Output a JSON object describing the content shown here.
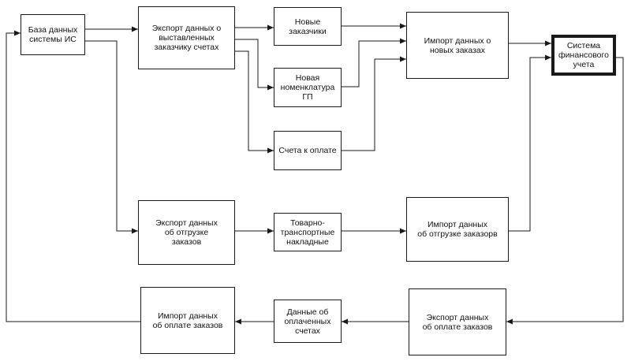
{
  "diagram": {
    "nodes": [
      {
        "id": "db",
        "label": "База данных\nсистемы ИС"
      },
      {
        "id": "export_invoices",
        "label": "Экспорт данных о\nвыставленных\nзаказчику счетах"
      },
      {
        "id": "new_customers",
        "label": "Новые\nзаказчики"
      },
      {
        "id": "new_nomenclature",
        "label": "Новая\nноменклатура\nГП"
      },
      {
        "id": "invoices_to_pay",
        "label": "Счета к оплате"
      },
      {
        "id": "import_new_orders",
        "label": "Импорт данных о\nновых заказах"
      },
      {
        "id": "fin_system",
        "label": "Система\nфинансового\nучета"
      },
      {
        "id": "export_shipment",
        "label": "Экспорт данных\nоб отгрузке\nзаказов"
      },
      {
        "id": "waybills",
        "label": "Товарно-\nтранспортные\nнакладные"
      },
      {
        "id": "import_shipment",
        "label": "Импорт данных\nоб отгрузке заказорв"
      },
      {
        "id": "import_payment",
        "label": "Импорт данных\nоб оплате заказов"
      },
      {
        "id": "paid_invoices",
        "label": "Данные об\nоплаченных\nсчетах"
      },
      {
        "id": "export_payment",
        "label": "Экспорт данных\nоб оплате заказов"
      }
    ],
    "edges": [
      {
        "from": "db",
        "to": "export_invoices"
      },
      {
        "from": "export_invoices",
        "to": "new_customers"
      },
      {
        "from": "export_invoices",
        "to": "new_nomenclature"
      },
      {
        "from": "export_invoices",
        "to": "invoices_to_pay"
      },
      {
        "from": "new_customers",
        "to": "import_new_orders"
      },
      {
        "from": "new_nomenclature",
        "to": "import_new_orders"
      },
      {
        "from": "invoices_to_pay",
        "to": "import_new_orders"
      },
      {
        "from": "import_new_orders",
        "to": "fin_system"
      },
      {
        "from": "db",
        "to": "export_shipment"
      },
      {
        "from": "export_shipment",
        "to": "waybills"
      },
      {
        "from": "waybills",
        "to": "import_shipment"
      },
      {
        "from": "import_shipment",
        "to": "fin_system"
      },
      {
        "from": "fin_system",
        "to": "export_payment"
      },
      {
        "from": "export_payment",
        "to": "paid_invoices"
      },
      {
        "from": "paid_invoices",
        "to": "import_payment"
      },
      {
        "from": "import_payment",
        "to": "db"
      }
    ]
  }
}
